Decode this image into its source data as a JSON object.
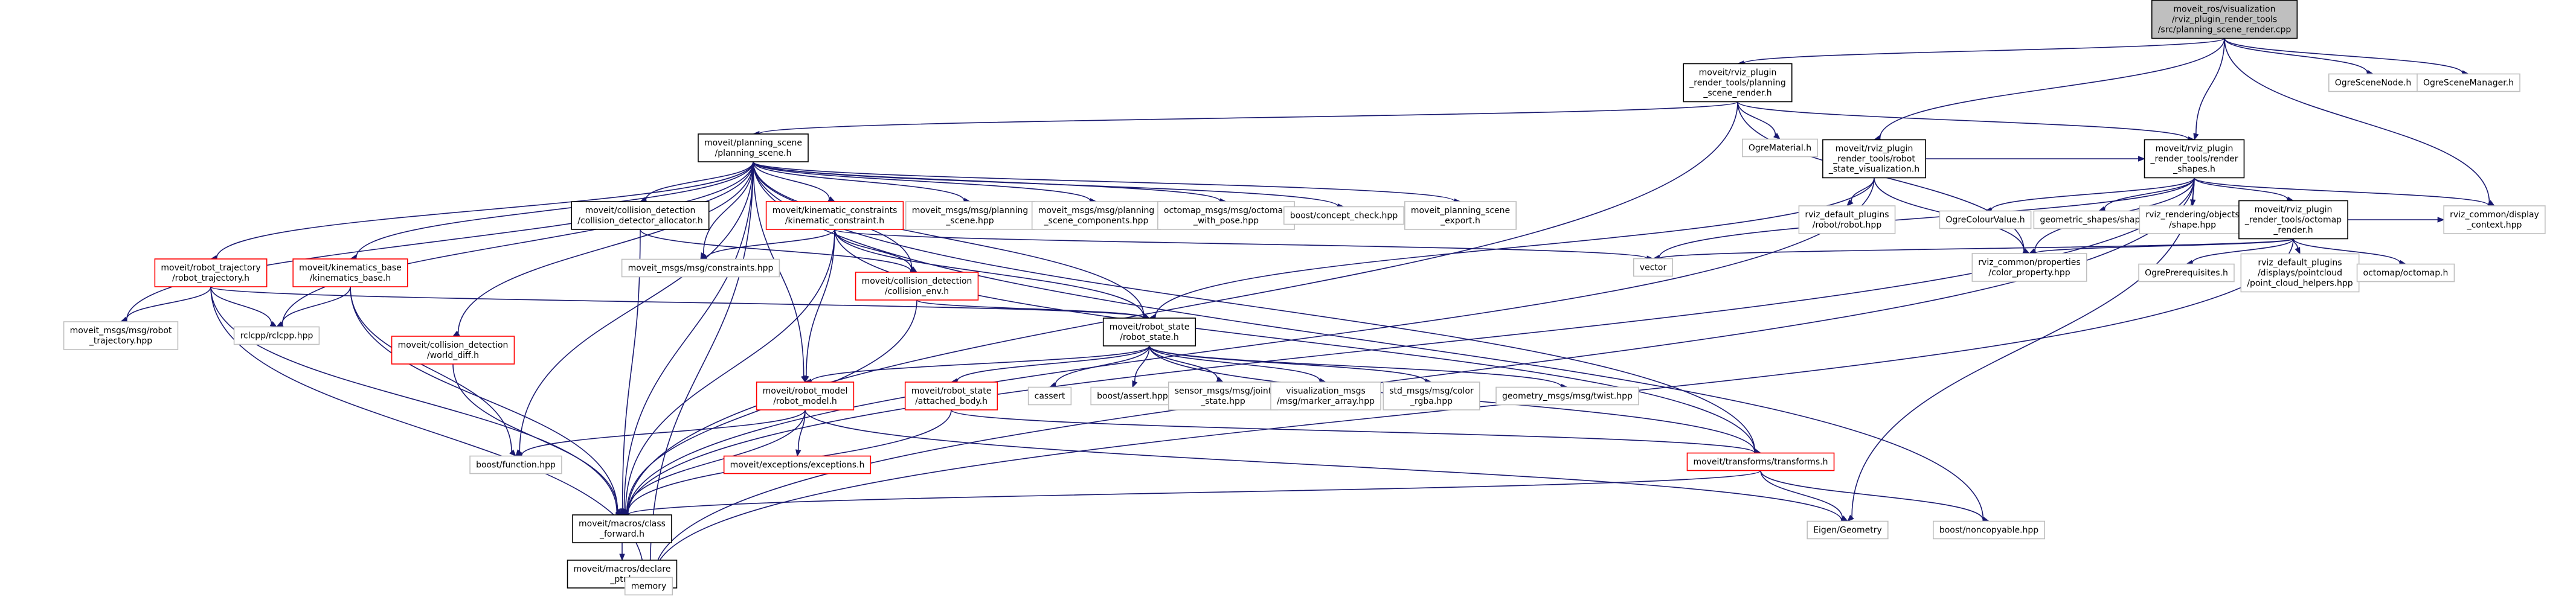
{
  "diagram": {
    "type": "include-dependency-graph",
    "colors": {
      "edge": "#191970",
      "node_border": "#000000",
      "node_border_muted": "#bfbfbf",
      "node_border_incomplete": "#ff0000",
      "root_fill": "#bfbfbf",
      "background": "#ffffff"
    },
    "nodes": [
      {
        "id": "root",
        "label": [
          "moveit_ros/visualization",
          "/rviz_plugin_render_tools",
          "/src/planning_scene_render.cpp"
        ],
        "style": "root"
      },
      {
        "id": "psr",
        "label": [
          "moveit/rviz_plugin",
          "_render_tools/planning",
          "_scene_render.h"
        ],
        "style": "default"
      },
      {
        "id": "ogrenode",
        "label": [
          "OgreSceneNode.h"
        ],
        "style": "muted"
      },
      {
        "id": "ogremgr",
        "label": [
          "OgreSceneManager.h"
        ],
        "style": "muted"
      },
      {
        "id": "ps",
        "label": [
          "moveit/planning_scene",
          "/planning_scene.h"
        ],
        "style": "default"
      },
      {
        "id": "ogremat",
        "label": [
          "OgreMaterial.h"
        ],
        "style": "muted"
      },
      {
        "id": "rsv",
        "label": [
          "moveit/rviz_plugin",
          "_render_tools/robot",
          "_state_visualization.h"
        ],
        "style": "default"
      },
      {
        "id": "rs",
        "label": [
          "moveit/rviz_plugin",
          "_render_tools/render",
          "_shapes.h"
        ],
        "style": "default"
      },
      {
        "id": "rvizctx",
        "label": [
          "rviz_common/display",
          "_context.hpp"
        ],
        "style": "muted"
      },
      {
        "id": "cda",
        "label": [
          "moveit/collision_detection",
          "/collision_detector_allocator.h"
        ],
        "style": "default"
      },
      {
        "id": "kc",
        "label": [
          "moveit/kinematic_constraints",
          "/kinematic_constraint.h"
        ],
        "style": "incomplete"
      },
      {
        "id": "psmsg",
        "label": [
          "moveit_msgs/msg/planning",
          "_scene.hpp"
        ],
        "style": "muted"
      },
      {
        "id": "pscmsg",
        "label": [
          "moveit_msgs/msg/planning",
          "_scene_components.hpp"
        ],
        "style": "muted"
      },
      {
        "id": "octomsg",
        "label": [
          "octomap_msgs/msg/octomap",
          "_with_pose.hpp"
        ],
        "style": "muted"
      },
      {
        "id": "concept",
        "label": [
          "boost/concept_check.hpp"
        ],
        "style": "muted"
      },
      {
        "id": "psexport",
        "label": [
          "moveit_planning_scene",
          "_export.h"
        ],
        "style": "muted"
      },
      {
        "id": "rdpr",
        "label": [
          "rviz_default_plugins",
          "/robot/robot.hpp"
        ],
        "style": "muted"
      },
      {
        "id": "ogrecv",
        "label": [
          "OgreColourValue.h"
        ],
        "style": "muted"
      },
      {
        "id": "geoshapes",
        "label": [
          "geometric_shapes/shapes.h"
        ],
        "style": "muted"
      },
      {
        "id": "rviz_shape",
        "label": [
          "rviz_rendering/objects",
          "/shape.hpp"
        ],
        "style": "muted"
      },
      {
        "id": "ocr",
        "label": [
          "moveit/rviz_plugin",
          "_render_tools/octomap",
          "_render.h"
        ],
        "style": "default"
      },
      {
        "id": "rtraj",
        "label": [
          "moveit/robot_trajectory",
          "/robot_trajectory.h"
        ],
        "style": "incomplete"
      },
      {
        "id": "kb",
        "label": [
          "moveit/kinematics_base",
          "/kinematics_base.h"
        ],
        "style": "incomplete"
      },
      {
        "id": "wdiff",
        "label": [
          "moveit/collision_detection",
          "/world_diff.h"
        ],
        "style": "incomplete"
      },
      {
        "id": "constraints",
        "label": [
          "moveit_msgs/msg/constraints.hpp"
        ],
        "style": "muted"
      },
      {
        "id": "ce",
        "label": [
          "moveit/collision_detection",
          "/collision_env.h"
        ],
        "style": "incomplete"
      },
      {
        "id": "vector",
        "label": [
          "vector"
        ],
        "style": "muted"
      },
      {
        "id": "colorprop",
        "label": [
          "rviz_common/properties",
          "/color_property.hpp"
        ],
        "style": "muted"
      },
      {
        "id": "ogreprereq",
        "label": [
          "OgrePrerequisites.h"
        ],
        "style": "muted"
      },
      {
        "id": "pch",
        "label": [
          "rviz_default_plugins",
          "/displays/pointcloud",
          "/point_cloud_helpers.hpp"
        ],
        "style": "muted"
      },
      {
        "id": "octomap",
        "label": [
          "octomap/octomap.h"
        ],
        "style": "muted"
      },
      {
        "id": "rtmsg",
        "label": [
          "moveit_msgs/msg/robot",
          "_trajectory.hpp"
        ],
        "style": "muted"
      },
      {
        "id": "rclcpp",
        "label": [
          "rclcpp/rclcpp.hpp"
        ],
        "style": "muted"
      },
      {
        "id": "rstate",
        "label": [
          "moveit/robot_state",
          "/robot_state.h"
        ],
        "style": "default"
      },
      {
        "id": "rmodel",
        "label": [
          "moveit/robot_model",
          "/robot_model.h"
        ],
        "style": "incomplete"
      },
      {
        "id": "ab",
        "label": [
          "moveit/robot_state",
          "/attached_body.h"
        ],
        "style": "incomplete"
      },
      {
        "id": "cassert",
        "label": [
          "cassert"
        ],
        "style": "muted"
      },
      {
        "id": "bassert",
        "label": [
          "boost/assert.hpp"
        ],
        "style": "muted"
      },
      {
        "id": "jsmsg",
        "label": [
          "sensor_msgs/msg/joint",
          "_state.hpp"
        ],
        "style": "muted"
      },
      {
        "id": "marray",
        "label": [
          "visualization_msgs",
          "/msg/marker_array.hpp"
        ],
        "style": "muted"
      },
      {
        "id": "rgba",
        "label": [
          "std_msgs/msg/color",
          "_rgba.hpp"
        ],
        "style": "muted"
      },
      {
        "id": "twist",
        "label": [
          "geometry_msgs/msg/twist.hpp"
        ],
        "style": "muted"
      },
      {
        "id": "bfunc",
        "label": [
          "boost/function.hpp"
        ],
        "style": "muted"
      },
      {
        "id": "exc",
        "label": [
          "moveit/exceptions/exceptions.h"
        ],
        "style": "incomplete"
      },
      {
        "id": "tf",
        "label": [
          "moveit/transforms/transforms.h"
        ],
        "style": "incomplete"
      },
      {
        "id": "cf",
        "label": [
          "moveit/macros/class",
          "_forward.h"
        ],
        "style": "default"
      },
      {
        "id": "eigen",
        "label": [
          "Eigen/Geometry"
        ],
        "style": "muted"
      },
      {
        "id": "noncopy",
        "label": [
          "boost/noncopyable.hpp"
        ],
        "style": "muted"
      },
      {
        "id": "dptr",
        "label": [
          "moveit/macros/declare",
          "_ptr.h"
        ],
        "style": "default"
      },
      {
        "id": "memory",
        "label": [
          "memory"
        ],
        "style": "muted"
      }
    ],
    "edges": [
      [
        "root",
        "psr"
      ],
      [
        "root",
        "ogrenode"
      ],
      [
        "root",
        "ogremgr"
      ],
      [
        "root",
        "rsv"
      ],
      [
        "root",
        "rs"
      ],
      [
        "root",
        "rvizctx"
      ],
      [
        "psr",
        "ps"
      ],
      [
        "psr",
        "ogremat"
      ],
      [
        "psr",
        "rs"
      ],
      [
        "psr",
        "cf"
      ],
      [
        "psr",
        "colorprop"
      ],
      [
        "ps",
        "rtraj"
      ],
      [
        "ps",
        "kb"
      ],
      [
        "ps",
        "wdiff"
      ],
      [
        "ps",
        "cda"
      ],
      [
        "ps",
        "kc"
      ],
      [
        "ps",
        "psmsg"
      ],
      [
        "ps",
        "pscmsg"
      ],
      [
        "ps",
        "octomsg"
      ],
      [
        "ps",
        "concept"
      ],
      [
        "ps",
        "psexport"
      ],
      [
        "ps",
        "ce"
      ],
      [
        "ps",
        "rstate"
      ],
      [
        "ps",
        "rmodel"
      ],
      [
        "ps",
        "tf"
      ],
      [
        "ps",
        "cf"
      ],
      [
        "ps",
        "noncopy"
      ],
      [
        "ps",
        "memory"
      ],
      [
        "ps",
        "rtmsg"
      ],
      [
        "ps",
        "rclcpp"
      ],
      [
        "ps",
        "bfunc"
      ],
      [
        "ps",
        "constraints"
      ],
      [
        "rsv",
        "rdpr"
      ],
      [
        "rsv",
        "rs"
      ],
      [
        "rsv",
        "rstate"
      ],
      [
        "rsv",
        "cf"
      ],
      [
        "rsv",
        "colorprop"
      ],
      [
        "rs",
        "ogrecv"
      ],
      [
        "rs",
        "geoshapes"
      ],
      [
        "rs",
        "rviz_shape"
      ],
      [
        "rs",
        "ocr"
      ],
      [
        "rs",
        "rvizctx"
      ],
      [
        "rs",
        "colorprop"
      ],
      [
        "rs",
        "vector"
      ],
      [
        "rs",
        "eigen"
      ],
      [
        "rs",
        "memory"
      ],
      [
        "rs",
        "cf"
      ],
      [
        "ocr",
        "vector"
      ],
      [
        "ocr",
        "colorprop"
      ],
      [
        "ocr",
        "ogreprereq"
      ],
      [
        "ocr",
        "pch"
      ],
      [
        "ocr",
        "octomap"
      ],
      [
        "ocr",
        "rvizctx"
      ],
      [
        "ocr",
        "memory"
      ],
      [
        "cda",
        "ce"
      ],
      [
        "cda",
        "cf"
      ],
      [
        "kc",
        "constraints"
      ],
      [
        "kc",
        "ce"
      ],
      [
        "kc",
        "rstate"
      ],
      [
        "kc",
        "rmodel"
      ],
      [
        "kc",
        "tf"
      ],
      [
        "kc",
        "vector"
      ],
      [
        "kc",
        "cf"
      ],
      [
        "rtraj",
        "rtmsg"
      ],
      [
        "rtraj",
        "rclcpp"
      ],
      [
        "rtraj",
        "rstate"
      ],
      [
        "rtraj",
        "cf"
      ],
      [
        "rtraj",
        "memory"
      ],
      [
        "kb",
        "rclcpp"
      ],
      [
        "kb",
        "bfunc"
      ],
      [
        "kb",
        "cf"
      ],
      [
        "wdiff",
        "cf"
      ],
      [
        "ce",
        "rstate"
      ],
      [
        "ce",
        "cf"
      ],
      [
        "rstate",
        "rmodel"
      ],
      [
        "rstate",
        "ab"
      ],
      [
        "rstate",
        "cassert"
      ],
      [
        "rstate",
        "bassert"
      ],
      [
        "rstate",
        "jsmsg"
      ],
      [
        "rstate",
        "marray"
      ],
      [
        "rstate",
        "rgba"
      ],
      [
        "rstate",
        "twist"
      ],
      [
        "rstate",
        "tf"
      ],
      [
        "rmodel",
        "bfunc"
      ],
      [
        "rmodel",
        "exc"
      ],
      [
        "rmodel",
        "cf"
      ],
      [
        "rmodel",
        "eigen"
      ],
      [
        "ab",
        "tf"
      ],
      [
        "ab",
        "cf"
      ],
      [
        "tf",
        "cf"
      ],
      [
        "tf",
        "eigen"
      ],
      [
        "tf",
        "noncopy"
      ],
      [
        "cf",
        "dptr"
      ],
      [
        "dptr",
        "memory"
      ]
    ]
  }
}
